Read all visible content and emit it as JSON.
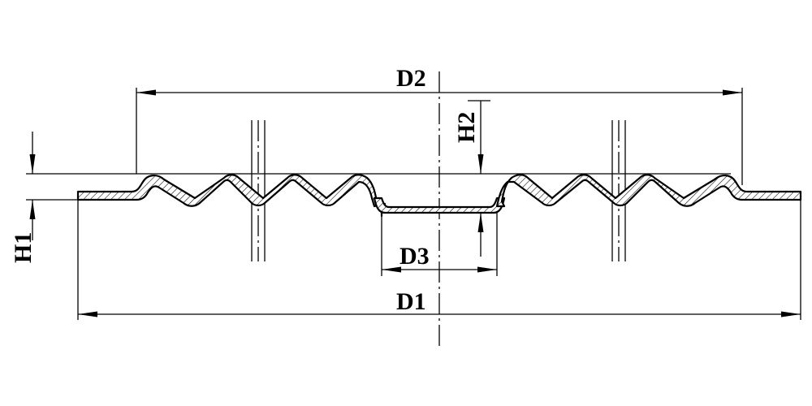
{
  "labels": {
    "d1": "D1",
    "d2": "D2",
    "d3": "D3",
    "h1": "H1",
    "h2": "H2"
  },
  "colors": {
    "line": "#000000",
    "background": "#ffffff"
  }
}
